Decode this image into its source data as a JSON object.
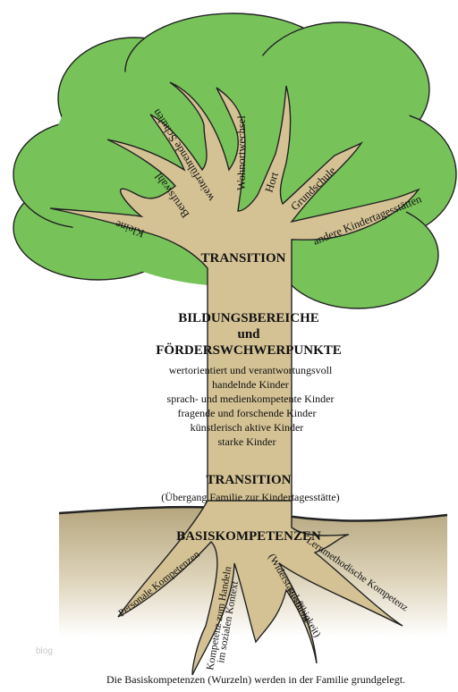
{
  "branches": {
    "kleine": "Kleine",
    "berufswahl": "Berufswahl",
    "weiterfuehrende_schulen": "weiterführende Schulen",
    "wohnortwechsel": "Wohnortwechsel",
    "hort": "Hort",
    "grundschule": "Grundschule",
    "andere_kitas": "andere Kindertagesstätten"
  },
  "trunk": {
    "transition_top": "TRANSITION",
    "heading_line1": "BILDUNGSBEREICHE",
    "heading_line2": "und",
    "heading_line3": "FÖRDERSWCHWERPUNKTE",
    "items": [
      "wertorientiert und verantwortungsvoll",
      "handelnde Kinder",
      "sprach- und medienkompetente Kinder",
      "fragende und forschende Kinder",
      "künstlerisch aktive Kinder",
      "starke Kinder"
    ],
    "transition_bottom": "TRANSITION",
    "transition_note": "(Übergang Familie zur Kindertagesstätte)"
  },
  "roots": {
    "heading": "BASISKOMPETENZEN",
    "personale": "Personale Kompetenzen",
    "sozial_line1": "Kompetenz zum Handeln",
    "sozial_line2": "im sozialen Kontext",
    "resilienz_line1": "Resilienz",
    "resilienz_line2": "(Widerstandsfähigkeit)",
    "lernmethodisch": "Lernmethodische Kompetenz"
  },
  "watermark": "blog",
  "footer": "Die Basiskompetenzen (Wurzeln) werden in der Familie grundgelegt.",
  "colors": {
    "canopy": "#77c35a",
    "wood": "#d4c294",
    "soil_top": "#b5a67e",
    "soil_bottom": "#ffffff",
    "outline": "#222222"
  }
}
